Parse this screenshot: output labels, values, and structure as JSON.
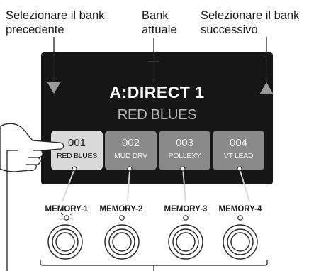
{
  "callouts": {
    "prev_bank": [
      "Selezionare il bank",
      "precedente"
    ],
    "current_bank": [
      "Bank",
      "attuale"
    ],
    "next_bank": [
      "Selezionare il bank",
      "successivo"
    ]
  },
  "screen": {
    "bank_name": "A:DIRECT 1",
    "patch_name": "RED BLUES",
    "prev_icon": "triangle-down-icon",
    "next_icon": "triangle-up-icon"
  },
  "patches": [
    {
      "number": "001",
      "name": "RED BLUES",
      "active": true
    },
    {
      "number": "002",
      "name": "MUD DRV",
      "active": false
    },
    {
      "number": "003",
      "name": "POLLEXY",
      "active": false
    },
    {
      "number": "004",
      "name": "VT LEAD",
      "active": false
    }
  ],
  "footswitches": [
    "MEMORY-1",
    "MEMORY-2",
    "MEMORY-3",
    "MEMORY-4"
  ],
  "colors": {
    "screen_bg": "#161616",
    "patch_active": "#d9d9d9",
    "patch_inactive": "#8a8a8a",
    "arrow": "#9a9a9a"
  }
}
